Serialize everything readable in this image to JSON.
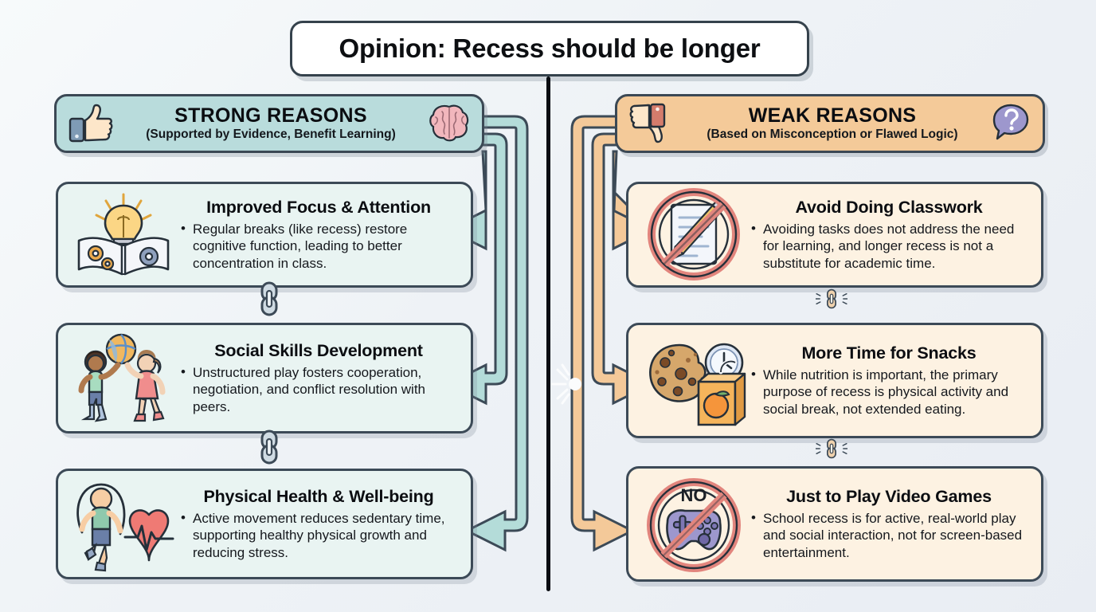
{
  "title": {
    "text": "Opinion: Recess should be longer"
  },
  "colors": {
    "background": "#f2f5f8",
    "divider": "#0a0d12",
    "strong_header_bg": "#b9dcdc",
    "weak_header_bg": "#f4ca99",
    "strong_card_bg": "#e9f4f2",
    "weak_card_bg": "#fdf2e2",
    "card_border": "#3c4a57",
    "strong_arrow": "#b4dcd9",
    "weak_arrow": "#f4c999",
    "text": "#0b0d11"
  },
  "columns": {
    "left": {
      "header": {
        "title": "STRONG REASONS",
        "subtitle": "(Supported by Evidence, Benefit Learning)",
        "left_icon": "thumbs-up-icon",
        "right_icon": "brain-icon"
      },
      "cards": [
        {
          "icon": "lightbulb-open-book-gears-icon",
          "title": "Improved Focus & Attention",
          "bullets": [
            "Regular breaks (like recess) restore cognitive function, leading to better concentration in class."
          ]
        },
        {
          "icon": "children-playing-ball-icon",
          "title": "Social Skills Development",
          "bullets": [
            "Unstructured play fosters cooperation, negotiation, and conflict resolution with peers."
          ]
        },
        {
          "icon": "jump-rope-heartbeat-icon",
          "title": "Physical Health & Well-being",
          "bullets": [
            "Active movement reduces sedentary time, supporting healthy physical growth and reducing stress."
          ]
        }
      ],
      "connector_icons": [
        "chain-link-icon",
        "chain-link-icon"
      ]
    },
    "right": {
      "header": {
        "title": "WEAK REASONS",
        "subtitle": "(Based on Misconception or Flawed Logic)",
        "left_icon": "thumbs-down-icon",
        "right_icon": "question-speech-bubble-icon"
      },
      "cards": [
        {
          "icon": "no-homework-prohibited-icon",
          "title": "Avoid Doing Classwork",
          "bullets": [
            "Avoiding tasks does not address the need for learning, and longer recess is not a substitute for academic time."
          ]
        },
        {
          "icon": "cookie-juice-box-clock-icon",
          "title": "More Time for Snacks",
          "bullets": [
            "While nutrition is important, the primary purpose of recess is physical activity and social break, not extended eating."
          ]
        },
        {
          "icon": "no-video-games-prohibited-icon",
          "title": "Just to Play Video Games",
          "bullets": [
            "School recess is for active, real-world play and social interaction, not for screen-based entertainment."
          ]
        }
      ],
      "connector_icons": [
        "broken-chain-link-icon",
        "broken-chain-link-icon"
      ],
      "badge_text": "NO"
    }
  }
}
